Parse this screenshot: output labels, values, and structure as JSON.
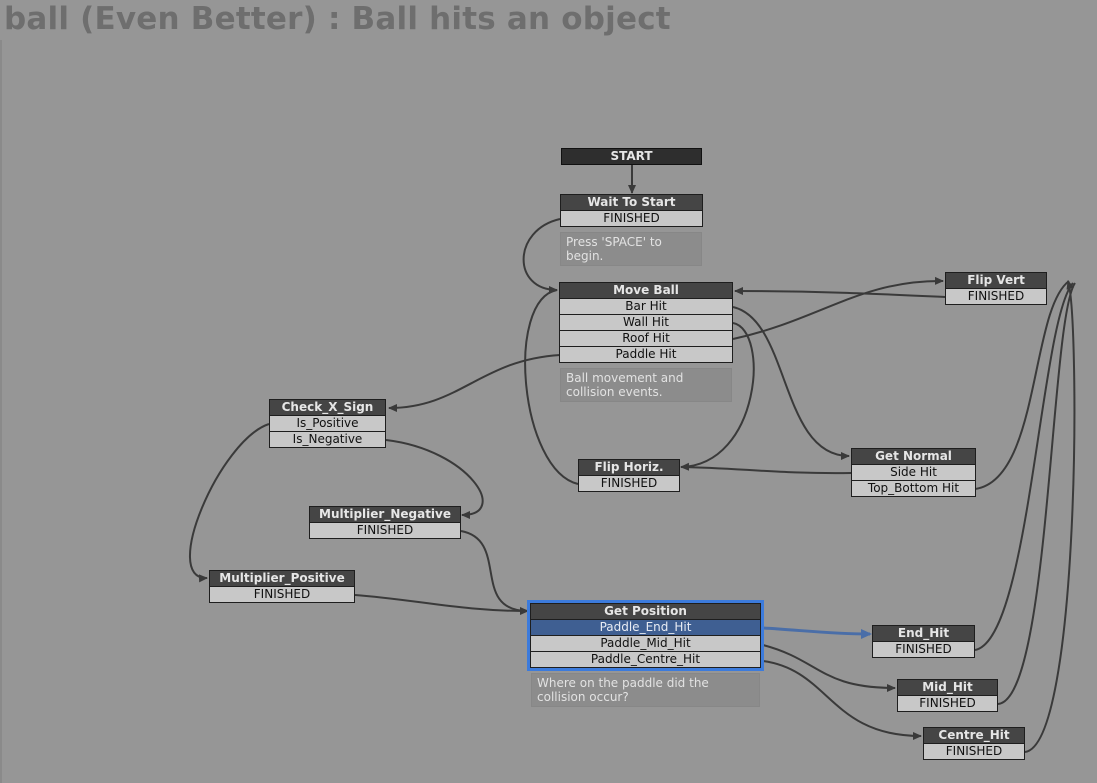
{
  "title": "ball (Even Better) : Ball hits an object",
  "colors": {
    "background": "#969696",
    "header": "#454545",
    "event": "#c8c8c8",
    "selected": "#3c7bdc",
    "active_event": "#3f5f92",
    "wire": "#3a3a3a",
    "active_wire": "#4a6ea8"
  },
  "start": {
    "label": "START"
  },
  "states": {
    "wait_to_start": {
      "title": "Wait To Start",
      "events": [
        "FINISHED"
      ],
      "note": [
        "Press 'SPACE' to",
        "begin."
      ]
    },
    "move_ball": {
      "title": "Move Ball",
      "events": [
        "Bar Hit",
        "Wall Hit",
        "Roof Hit",
        "Paddle Hit"
      ],
      "note": [
        "Ball movement and",
        "collision events."
      ]
    },
    "flip_vert": {
      "title": "Flip Vert",
      "events": [
        "FINISHED"
      ]
    },
    "check_x_sign": {
      "title": "Check_X_Sign",
      "events": [
        "Is_Positive",
        "Is_Negative"
      ]
    },
    "flip_horiz": {
      "title": "Flip Horiz.",
      "events": [
        "FINISHED"
      ]
    },
    "get_normal": {
      "title": "Get Normal",
      "events": [
        "Side Hit",
        "Top_Bottom Hit"
      ]
    },
    "multiplier_negative": {
      "title": "Multiplier_Negative",
      "events": [
        "FINISHED"
      ]
    },
    "multiplier_positive": {
      "title": "Multiplier_Positive",
      "events": [
        "FINISHED"
      ]
    },
    "get_position": {
      "title": "Get Position",
      "events": [
        "Paddle_End_Hit",
        "Paddle_Mid_Hit",
        "Paddle_Centre_Hit"
      ],
      "note": [
        "Where on the paddle did the",
        "collision occur?"
      ]
    },
    "end_hit": {
      "title": "End_Hit",
      "events": [
        "FINISHED"
      ]
    },
    "mid_hit": {
      "title": "Mid_Hit",
      "events": [
        "FINISHED"
      ]
    },
    "centre_hit": {
      "title": "Centre_Hit",
      "events": [
        "FINISHED"
      ]
    }
  }
}
